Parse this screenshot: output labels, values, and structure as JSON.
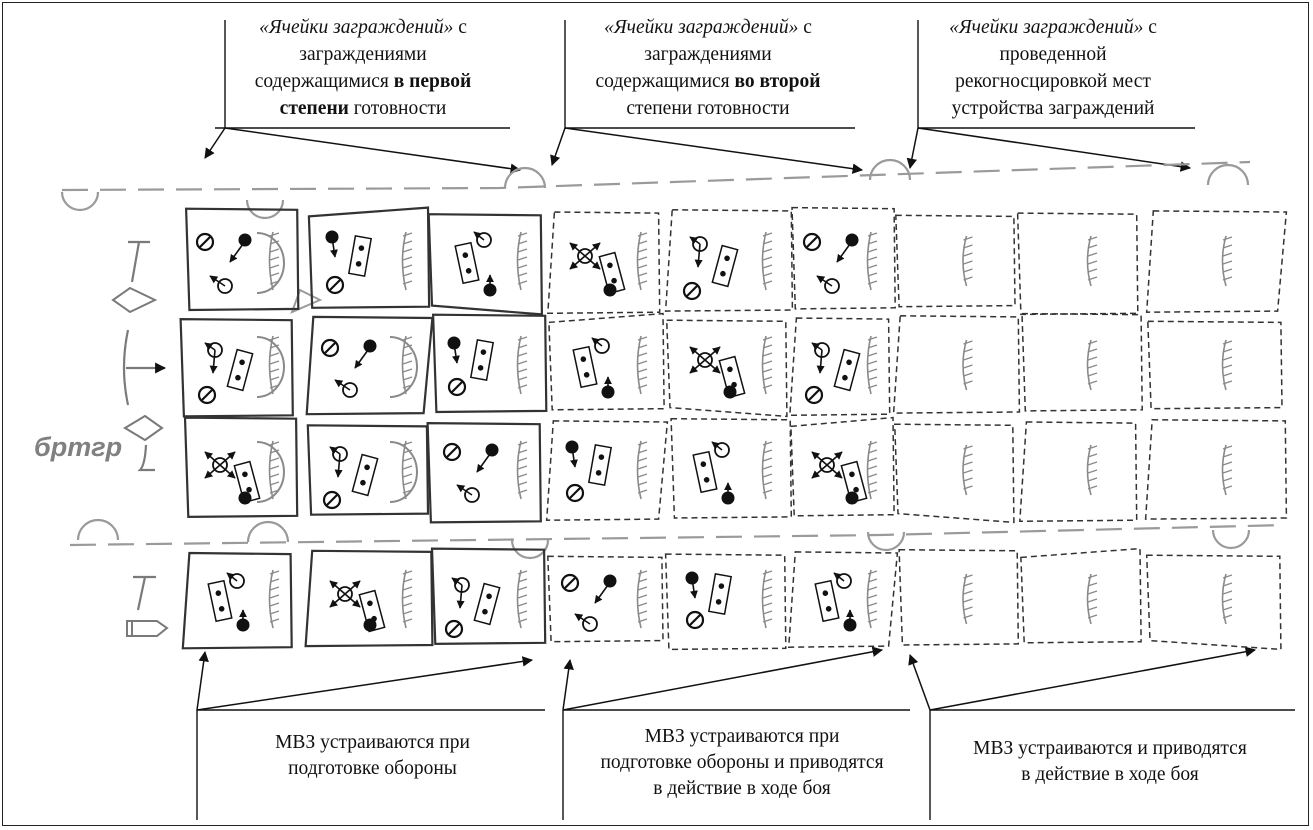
{
  "title_captions": [
    {
      "part1": "«Ячейки заграждений»",
      "part2": " с",
      "line2": "заграждениями",
      "line3_a": "содержащимися ",
      "line3_b": "в первой",
      "line4_a": "степени",
      "line4_b": " готовности"
    },
    {
      "part1": "«Ячейки заграждений»",
      "part2": " с",
      "line2": "заграждениями",
      "line3_a": "содержащимися ",
      "line3_b": "во второй",
      "line4_a": "степени готовности",
      "line4_b": ""
    },
    {
      "part1": "«Ячейки заграждений»",
      "part2": " с",
      "line2": "проведенной",
      "line3_a": "рекогносцировкой  мест",
      "line3_b": "",
      "line4_a": "устройства заграждений",
      "line4_b": ""
    }
  ],
  "bottom_captions": [
    {
      "line1": "МВЗ устраиваются при",
      "line2": "подготовке обороны",
      "line3": ""
    },
    {
      "line1": "МВЗ устраиваются при",
      "line2": "подготовке обороны и приводятся",
      "line3": "в действие в ходе боя"
    },
    {
      "line1": "МВЗ устраиваются  и приводятся",
      "line2": "в действие в ходе боя",
      "line3": ""
    }
  ],
  "unit_label": "бртгр",
  "colors": {
    "line": "#111111",
    "grey": "#8a8a8a",
    "dash": "#333333"
  }
}
